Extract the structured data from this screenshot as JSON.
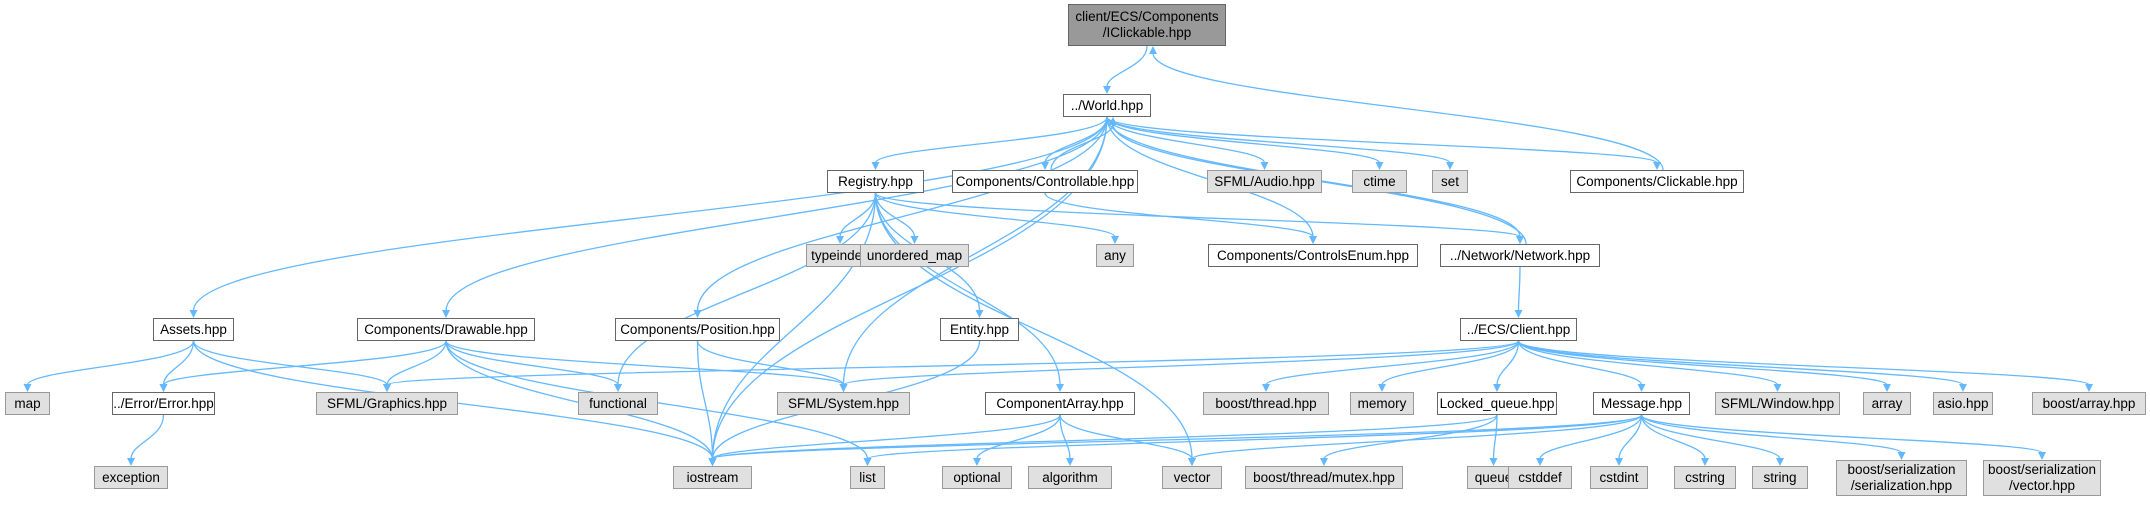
{
  "graph": {
    "nodes": [
      {
        "id": "root",
        "label": "client/ECS/Components\n/IClickable.hpp",
        "kind": "root"
      },
      {
        "id": "world",
        "label": "../World.hpp",
        "kind": "header"
      },
      {
        "id": "registry",
        "label": "Registry.hpp",
        "kind": "header"
      },
      {
        "id": "controllable",
        "label": "Components/Controllable.hpp",
        "kind": "header"
      },
      {
        "id": "sfml_audio",
        "label": "SFML/Audio.hpp",
        "kind": "external"
      },
      {
        "id": "ctime",
        "label": "ctime",
        "kind": "external"
      },
      {
        "id": "set",
        "label": "set",
        "kind": "external"
      },
      {
        "id": "clickable",
        "label": "Components/Clickable.hpp",
        "kind": "header"
      },
      {
        "id": "typeindex",
        "label": "typeindex",
        "kind": "external"
      },
      {
        "id": "unordered_map",
        "label": "unordered_map",
        "kind": "external"
      },
      {
        "id": "any",
        "label": "any",
        "kind": "external"
      },
      {
        "id": "controlsenum",
        "label": "Components/ControlsEnum.hpp",
        "kind": "header"
      },
      {
        "id": "network",
        "label": "../Network/Network.hpp",
        "kind": "header"
      },
      {
        "id": "assets",
        "label": "Assets.hpp",
        "kind": "header"
      },
      {
        "id": "drawable",
        "label": "Components/Drawable.hpp",
        "kind": "header"
      },
      {
        "id": "position",
        "label": "Components/Position.hpp",
        "kind": "header"
      },
      {
        "id": "entity",
        "label": "Entity.hpp",
        "kind": "header"
      },
      {
        "id": "client",
        "label": "../ECS/Client.hpp",
        "kind": "header"
      },
      {
        "id": "map",
        "label": "map",
        "kind": "external"
      },
      {
        "id": "sfml_graphics",
        "label": "SFML/Graphics.hpp",
        "kind": "external"
      },
      {
        "id": "error",
        "label": "../Error/Error.hpp",
        "kind": "header"
      },
      {
        "id": "functional",
        "label": "functional",
        "kind": "external"
      },
      {
        "id": "sfml_system",
        "label": "SFML/System.hpp",
        "kind": "external"
      },
      {
        "id": "componentarray",
        "label": "ComponentArray.hpp",
        "kind": "header"
      },
      {
        "id": "boost_thread",
        "label": "boost/thread.hpp",
        "kind": "external"
      },
      {
        "id": "memory",
        "label": "memory",
        "kind": "external"
      },
      {
        "id": "locked_queue",
        "label": "Locked_queue.hpp",
        "kind": "header"
      },
      {
        "id": "message",
        "label": "Message.hpp",
        "kind": "header"
      },
      {
        "id": "sfml_window",
        "label": "SFML/Window.hpp",
        "kind": "external"
      },
      {
        "id": "array",
        "label": "array",
        "kind": "external"
      },
      {
        "id": "asio",
        "label": "asio.hpp",
        "kind": "external"
      },
      {
        "id": "boost_array",
        "label": "boost/array.hpp",
        "kind": "external"
      },
      {
        "id": "exception",
        "label": "exception",
        "kind": "external"
      },
      {
        "id": "iostream",
        "label": "iostream",
        "kind": "external"
      },
      {
        "id": "list",
        "label": "list",
        "kind": "external"
      },
      {
        "id": "optional",
        "label": "optional",
        "kind": "external"
      },
      {
        "id": "algorithm",
        "label": "algorithm",
        "kind": "external"
      },
      {
        "id": "vector",
        "label": "vector",
        "kind": "external"
      },
      {
        "id": "boost_mutex",
        "label": "boost/thread/mutex.hpp",
        "kind": "external"
      },
      {
        "id": "queue",
        "label": "queue",
        "kind": "external"
      },
      {
        "id": "cstddef",
        "label": "cstddef",
        "kind": "external"
      },
      {
        "id": "cstdint",
        "label": "cstdint",
        "kind": "external"
      },
      {
        "id": "cstring",
        "label": "cstring",
        "kind": "external"
      },
      {
        "id": "string",
        "label": "string",
        "kind": "external"
      },
      {
        "id": "boost_serialization",
        "label": "boost/serialization\n/serialization.hpp",
        "kind": "external"
      },
      {
        "id": "boost_vector",
        "label": "boost/serialization\n/vector.hpp",
        "kind": "external"
      }
    ],
    "edges": [
      [
        "root",
        "world"
      ],
      [
        "world",
        "registry"
      ],
      [
        "world",
        "controllable"
      ],
      [
        "world",
        "sfml_audio"
      ],
      [
        "world",
        "ctime"
      ],
      [
        "world",
        "set"
      ],
      [
        "world",
        "clickable"
      ],
      [
        "world",
        "assets"
      ],
      [
        "world",
        "drawable"
      ],
      [
        "world",
        "position"
      ],
      [
        "world",
        "iostream"
      ],
      [
        "world",
        "sfml_system"
      ],
      [
        "world",
        "controlsenum"
      ],
      [
        "world",
        "network"
      ],
      [
        "controllable",
        "world"
      ],
      [
        "controllable",
        "controlsenum"
      ],
      [
        "network",
        "world"
      ],
      [
        "network",
        "client"
      ],
      [
        "clickable",
        "root"
      ],
      [
        "registry",
        "typeindex"
      ],
      [
        "registry",
        "unordered_map"
      ],
      [
        "registry",
        "any"
      ],
      [
        "registry",
        "network"
      ],
      [
        "registry",
        "functional"
      ],
      [
        "registry",
        "iostream"
      ],
      [
        "registry",
        "entity"
      ],
      [
        "registry",
        "componentarray"
      ],
      [
        "registry",
        "vector"
      ],
      [
        "assets",
        "map"
      ],
      [
        "assets",
        "sfml_graphics"
      ],
      [
        "assets",
        "error"
      ],
      [
        "assets",
        "iostream"
      ],
      [
        "drawable",
        "sfml_graphics"
      ],
      [
        "drawable",
        "functional"
      ],
      [
        "drawable",
        "sfml_system"
      ],
      [
        "drawable",
        "error"
      ],
      [
        "drawable",
        "iostream"
      ],
      [
        "drawable",
        "list"
      ],
      [
        "position",
        "sfml_system"
      ],
      [
        "position",
        "iostream"
      ],
      [
        "entity",
        "iostream"
      ],
      [
        "error",
        "exception"
      ],
      [
        "componentarray",
        "iostream"
      ],
      [
        "componentarray",
        "optional"
      ],
      [
        "componentarray",
        "algorithm"
      ],
      [
        "componentarray",
        "vector"
      ],
      [
        "client",
        "sfml_graphics"
      ],
      [
        "client",
        "sfml_system"
      ],
      [
        "client",
        "boost_thread"
      ],
      [
        "client",
        "memory"
      ],
      [
        "client",
        "locked_queue"
      ],
      [
        "client",
        "message"
      ],
      [
        "client",
        "sfml_window"
      ],
      [
        "client",
        "array"
      ],
      [
        "client",
        "asio"
      ],
      [
        "client",
        "boost_array"
      ],
      [
        "locked_queue",
        "iostream"
      ],
      [
        "locked_queue",
        "boost_mutex"
      ],
      [
        "locked_queue",
        "queue"
      ],
      [
        "message",
        "iostream"
      ],
      [
        "message",
        "list"
      ],
      [
        "message",
        "vector"
      ],
      [
        "message",
        "cstddef"
      ],
      [
        "message",
        "cstdint"
      ],
      [
        "message",
        "cstring"
      ],
      [
        "message",
        "string"
      ],
      [
        "message",
        "boost_serialization"
      ],
      [
        "message",
        "boost_vector"
      ]
    ]
  },
  "colors": {
    "edge": "#63b8ff",
    "root_fill": "#999999",
    "header_fill": "#ffffff",
    "external_fill": "#e0e0e0",
    "border": "#666666",
    "external_border": "#999999"
  }
}
